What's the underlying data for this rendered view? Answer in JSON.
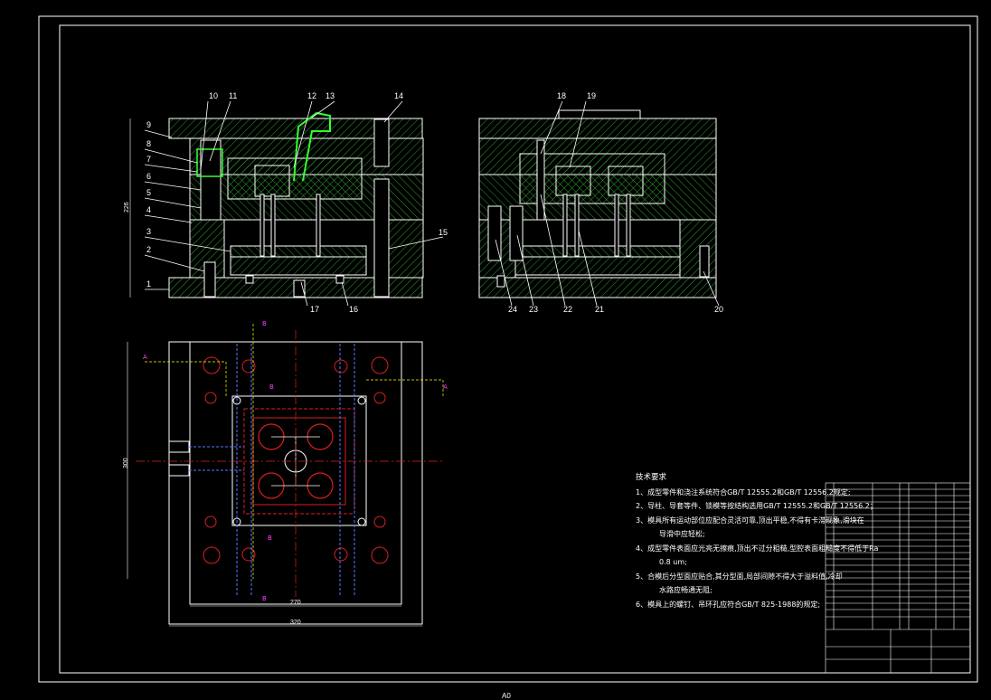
{
  "sheet_size": "A0",
  "dimensions": {
    "height_front": "226",
    "height_plan": "300",
    "width_inner": "270",
    "width_outer": "320"
  },
  "part_numbers": [
    "1",
    "2",
    "3",
    "4",
    "5",
    "6",
    "7",
    "8",
    "9",
    "10",
    "11",
    "12",
    "13",
    "14",
    "15",
    "16",
    "17",
    "18",
    "19",
    "20",
    "21",
    "22",
    "23",
    "24"
  ],
  "section_markers": [
    "B",
    "B",
    "B",
    "B",
    "A",
    "A"
  ],
  "technical_requirements": {
    "title": "技术要求",
    "items": [
      "1、成型零件和浇注系统符合GB/T 12555.2和GB/T 12556.2规定;",
      "2、导柱、导套等件、锁模等按结构选用GB/T 12555.2和GB/T 12556.2；",
      "3、模具所有运动部位应配合灵活可靠,顶出平稳,不得有卡滞现象,滑块在",
      "导滑中应轻松;",
      "4、成型零件表面应光亮无擦痕,顶出不过分粗糙,型腔表面粗糙度不得低于Ra",
      "0.8 um;",
      "5、合模后分型面应贴合,其分型面,局部间隙不得大于溢料值,冷却",
      "水路应畅通无阻;",
      "6、模具上的螺钉、吊环孔应符合GB/T 825-1988的规定;"
    ]
  },
  "colors": {
    "background": "#000000",
    "hatch": "#2f9e2f",
    "outline": "#ffffff",
    "centerline": "#d92020",
    "hidden": "#5a78ff",
    "highlight": "#33ff33",
    "marker": "#ff44ff",
    "leader": "#ffff00"
  }
}
